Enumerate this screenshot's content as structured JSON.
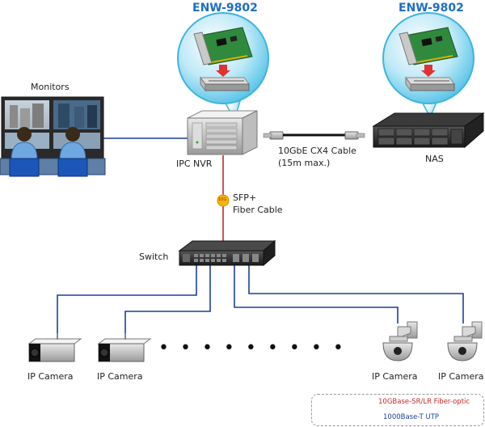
{
  "products": {
    "left": "ENW-9802",
    "right": "ENW-9802"
  },
  "labels": {
    "monitors": "Monitors",
    "ipc_nvr": "IPC NVR",
    "nas": "NAS",
    "cx4_cable_line1": "10GbE CX4 Cable",
    "cx4_cable_line2": "(15m max.)",
    "sfp_line1": "SFP+",
    "sfp_line2": "Fiber Cable",
    "sfp_badge": "10G",
    "switch": "Switch",
    "camera1": "IP Camera",
    "camera2": "IP Camera",
    "camera3": "IP Camera",
    "camera4": "IP Camera"
  },
  "legend": {
    "fiber": "10GBase-SR/LR Fiber-optic",
    "utp": "1000Base-T UTP"
  },
  "colors": {
    "fiber": "#c62828",
    "utp": "#1a3f9e",
    "product_title": "#1e6fc0",
    "bubble": "#5cc7e8"
  }
}
